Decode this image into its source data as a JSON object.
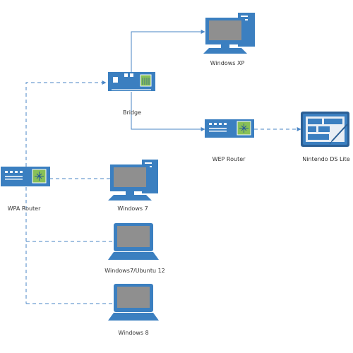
{
  "colors": {
    "device_blue": "#3b7fc0",
    "device_dark": "#2b5f95",
    "screen_gray": "#8f8f8f",
    "port_green": "#88c057",
    "wired_line": "#4a86c6",
    "wireless_line": "#4a86c6",
    "background": "#ffffff"
  },
  "nodes": {
    "windows_xp": {
      "label": "Windows XP",
      "icon": "desktop-computer-icon"
    },
    "bridge": {
      "label": "Bridge",
      "icon": "bridge-device-icon"
    },
    "wep_router": {
      "label": "WEP Router",
      "icon": "router-icon"
    },
    "nintendo_ds": {
      "label": "Nintendo DS Lite",
      "icon": "tablet-device-icon"
    },
    "wpa_router": {
      "label": "WPA Router",
      "icon": "router-icon"
    },
    "windows_7": {
      "label": "Windows 7",
      "icon": "desktop-computer-icon"
    },
    "windows_7_ubuntu": {
      "label": "Windows7/Ubuntu 12",
      "icon": "laptop-icon"
    },
    "windows_8": {
      "label": "Windows 8",
      "icon": "laptop-icon"
    }
  },
  "connections": [
    {
      "from": "Bridge",
      "to": "Windows XP",
      "style": "solid"
    },
    {
      "from": "Bridge",
      "to": "WEP Router",
      "style": "solid"
    },
    {
      "from": "WEP Router",
      "to": "Nintendo DS Lite",
      "style": "dashed"
    },
    {
      "from": "WPA Router",
      "to": "Bridge",
      "style": "dashed"
    },
    {
      "from": "WPA Router",
      "to": "Windows 7",
      "style": "dashed"
    },
    {
      "from": "WPA Router",
      "to": "Windows7/Ubuntu 12",
      "style": "dashed"
    },
    {
      "from": "WPA Router",
      "to": "Windows 8",
      "style": "dashed"
    }
  ]
}
